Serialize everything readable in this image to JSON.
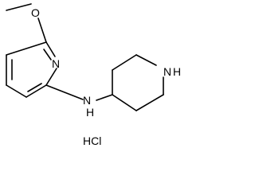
{
  "molecule": {
    "atoms": {
      "methoxy_oxygen": "O",
      "pyridine_nitrogen": "N",
      "amine_nitrogen": "N",
      "amine_hydrogen": "H",
      "piperidine_nitrogen": "N",
      "piperidine_hydrogen": "H"
    },
    "salt": "HCl"
  }
}
